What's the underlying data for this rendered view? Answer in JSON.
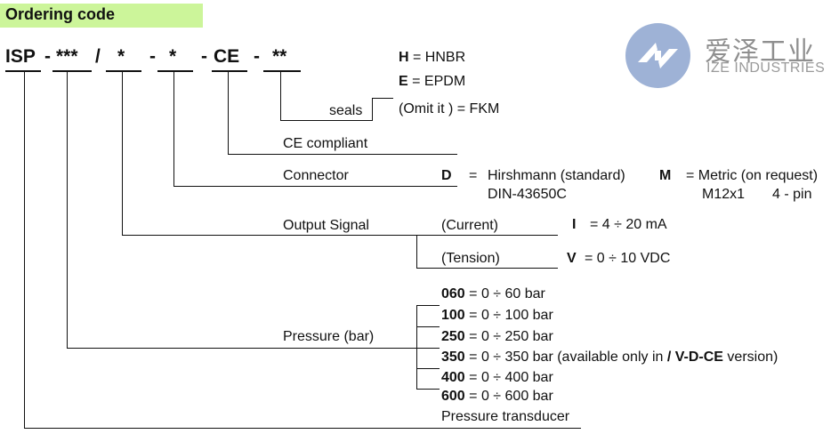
{
  "title": "Ordering code",
  "code": {
    "part1": "ISP",
    "sep1": "-",
    "part2": "***",
    "sep2": "/",
    "part3": "*",
    "sep3": "-",
    "part4": "*",
    "sep4": "-",
    "part5": "CE",
    "sep5": "-",
    "part6": "**"
  },
  "logo": {
    "cn": "爱泽工业",
    "en": "IZE INDUSTRIES"
  },
  "seals": {
    "label": "seals",
    "options": [
      {
        "code": "H",
        "text": "= HNBR"
      },
      {
        "code": "E",
        "text": "= EPDM"
      },
      {
        "code": "",
        "text": "(Omit it )  = FKM"
      }
    ]
  },
  "ce": {
    "label": "CE compliant"
  },
  "connector": {
    "label": "Connector",
    "opt1_code": "D",
    "opt1_sep": "=",
    "opt1_name": "Hirshmann (standard)",
    "opt1_sub": "DIN-43650C",
    "opt2_code": "M",
    "opt2_name": "= Metric (on request)",
    "opt2_sub1": "M12x1",
    "opt2_sub2": "4 - pin"
  },
  "output": {
    "label": "Output Signal",
    "current_label": "(Current)",
    "current_code": "I",
    "current_value": "=  4 ÷ 20 mA",
    "tension_label": "(Tension)",
    "tension_code": "V",
    "tension_value": "= 0 ÷ 10 VDC"
  },
  "pressure": {
    "label": "Pressure (bar)",
    "options": [
      {
        "code": "060",
        "text": "= 0 ÷ 60 bar"
      },
      {
        "code": "100",
        "text": "= 0 ÷ 100 bar"
      },
      {
        "code": "250",
        "text": "= 0 ÷ 250 bar"
      },
      {
        "code": "350",
        "text": "= 0 ÷ 350 bar (available only in ",
        "bold": "/ V-D-CE",
        "tail": " version)"
      },
      {
        "code": "400",
        "text": "= 0 ÷ 400 bar"
      },
      {
        "code": "600",
        "text": "= 0 ÷ 600 bar"
      }
    ]
  },
  "transducer": {
    "label": "Pressure transducer"
  }
}
